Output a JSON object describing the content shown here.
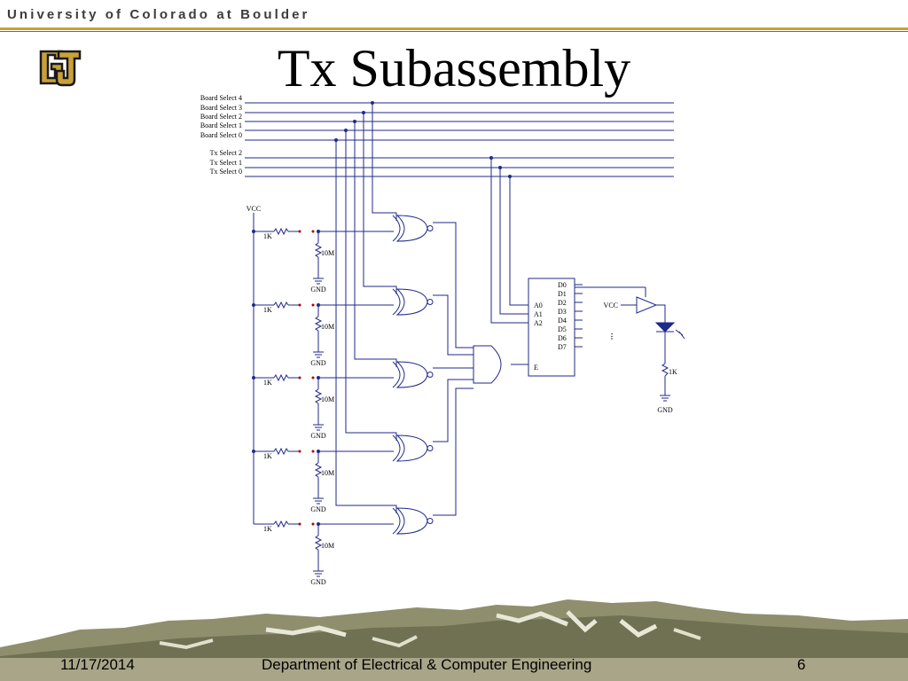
{
  "header": {
    "university": "University of Colorado at Boulder"
  },
  "slide": {
    "title": "Tx Subassembly"
  },
  "schematic": {
    "board_select_lines": [
      "Board Select 4",
      "Board Select 3",
      "Board Select 2",
      "Board Select 1",
      "Board Select 0"
    ],
    "tx_select_lines": [
      "Tx Select 2",
      "Tx Select 1",
      "Tx Select 0"
    ],
    "vcc_label": "VCC",
    "gnd_label": "GND",
    "pullup_label": "1K",
    "pulldown_label": "10M",
    "decoder_inputs": [
      "A0",
      "A1",
      "A2"
    ],
    "decoder_outputs": [
      "D0",
      "D1",
      "D2",
      "D3",
      "D4",
      "D5",
      "D6",
      "D7"
    ],
    "decoder_enable": "E",
    "led_resistor": "1K",
    "continuation": "⋮"
  },
  "footer": {
    "date": "11/17/2014",
    "department": "Department of Electrical & Computer Engineering",
    "page": "6"
  }
}
